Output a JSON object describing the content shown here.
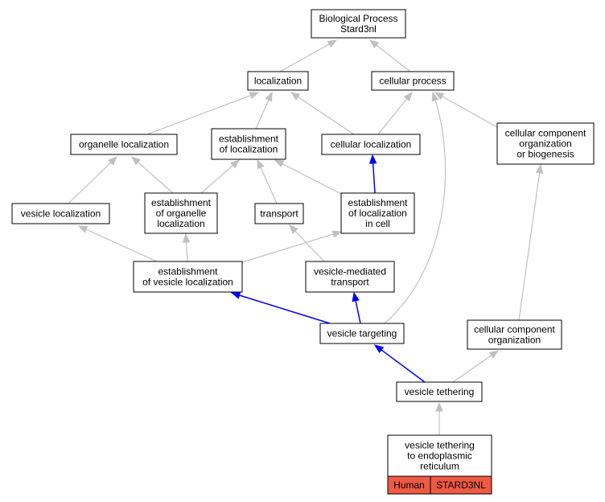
{
  "graph": {
    "colors": {
      "node_border": "#000000",
      "node_fill": "#ffffff",
      "edge_default": "#c0c0c0",
      "edge_highlight": "#0000ff",
      "annotation_fill": "#ee5a44"
    },
    "nodes": [
      {
        "id": "bp",
        "lines": [
          "Biological Process",
          "Stard3nl"
        ]
      },
      {
        "id": "loc",
        "lines": [
          "localization"
        ]
      },
      {
        "id": "cp",
        "lines": [
          "cellular process"
        ]
      },
      {
        "id": "orgloc",
        "lines": [
          "organelle localization"
        ]
      },
      {
        "id": "estloc",
        "lines": [
          "establishment",
          "of localization"
        ]
      },
      {
        "id": "cellloc",
        "lines": [
          "cellular localization"
        ]
      },
      {
        "id": "ccob",
        "lines": [
          "cellular component",
          "organization",
          "or biogenesis"
        ]
      },
      {
        "id": "vesloc",
        "lines": [
          "vesicle localization"
        ]
      },
      {
        "id": "estorg",
        "lines": [
          "establishment",
          "of organelle",
          "localization"
        ]
      },
      {
        "id": "trans",
        "lines": [
          "transport"
        ]
      },
      {
        "id": "estcell",
        "lines": [
          "establishment",
          "of localization",
          "in cell"
        ]
      },
      {
        "id": "estves",
        "lines": [
          "establishment",
          "of vesicle localization"
        ]
      },
      {
        "id": "vmt",
        "lines": [
          "vesicle-mediated",
          "transport"
        ]
      },
      {
        "id": "vtarg",
        "lines": [
          "vesicle targeting"
        ]
      },
      {
        "id": "cco",
        "lines": [
          "cellular component",
          "organization"
        ]
      },
      {
        "id": "vteth",
        "lines": [
          "vesicle tethering"
        ]
      },
      {
        "id": "vter",
        "lines": [
          "vesicle tethering",
          "to endoplasmic",
          "reticulum"
        ]
      }
    ],
    "annotation": {
      "species": "Human",
      "gene": "STARD3NL"
    },
    "edges": [
      {
        "from": "loc",
        "to": "bp",
        "highlight": false
      },
      {
        "from": "cp",
        "to": "bp",
        "highlight": false
      },
      {
        "from": "orgloc",
        "to": "loc",
        "highlight": false
      },
      {
        "from": "estloc",
        "to": "loc",
        "highlight": false
      },
      {
        "from": "cellloc",
        "to": "loc",
        "highlight": false
      },
      {
        "from": "cellloc",
        "to": "cp",
        "highlight": false
      },
      {
        "from": "ccob",
        "to": "cp",
        "highlight": false
      },
      {
        "from": "vesloc",
        "to": "orgloc",
        "highlight": false
      },
      {
        "from": "estorg",
        "to": "orgloc",
        "highlight": false
      },
      {
        "from": "estorg",
        "to": "estloc",
        "highlight": false
      },
      {
        "from": "trans",
        "to": "estloc",
        "highlight": false
      },
      {
        "from": "estcell",
        "to": "estloc",
        "highlight": false
      },
      {
        "from": "estcell",
        "to": "cellloc",
        "highlight": true
      },
      {
        "from": "estves",
        "to": "vesloc",
        "highlight": false
      },
      {
        "from": "estves",
        "to": "estorg",
        "highlight": false
      },
      {
        "from": "estves",
        "to": "estcell",
        "highlight": false
      },
      {
        "from": "vmt",
        "to": "trans",
        "highlight": false
      },
      {
        "from": "vtarg",
        "to": "estves",
        "highlight": true
      },
      {
        "from": "vtarg",
        "to": "vmt",
        "highlight": true
      },
      {
        "from": "vtarg",
        "to": "cp",
        "highlight": false
      },
      {
        "from": "cco",
        "to": "ccob",
        "highlight": false
      },
      {
        "from": "vteth",
        "to": "vtarg",
        "highlight": true
      },
      {
        "from": "vteth",
        "to": "cco",
        "highlight": false
      },
      {
        "from": "vter",
        "to": "vteth",
        "highlight": false
      }
    ]
  }
}
